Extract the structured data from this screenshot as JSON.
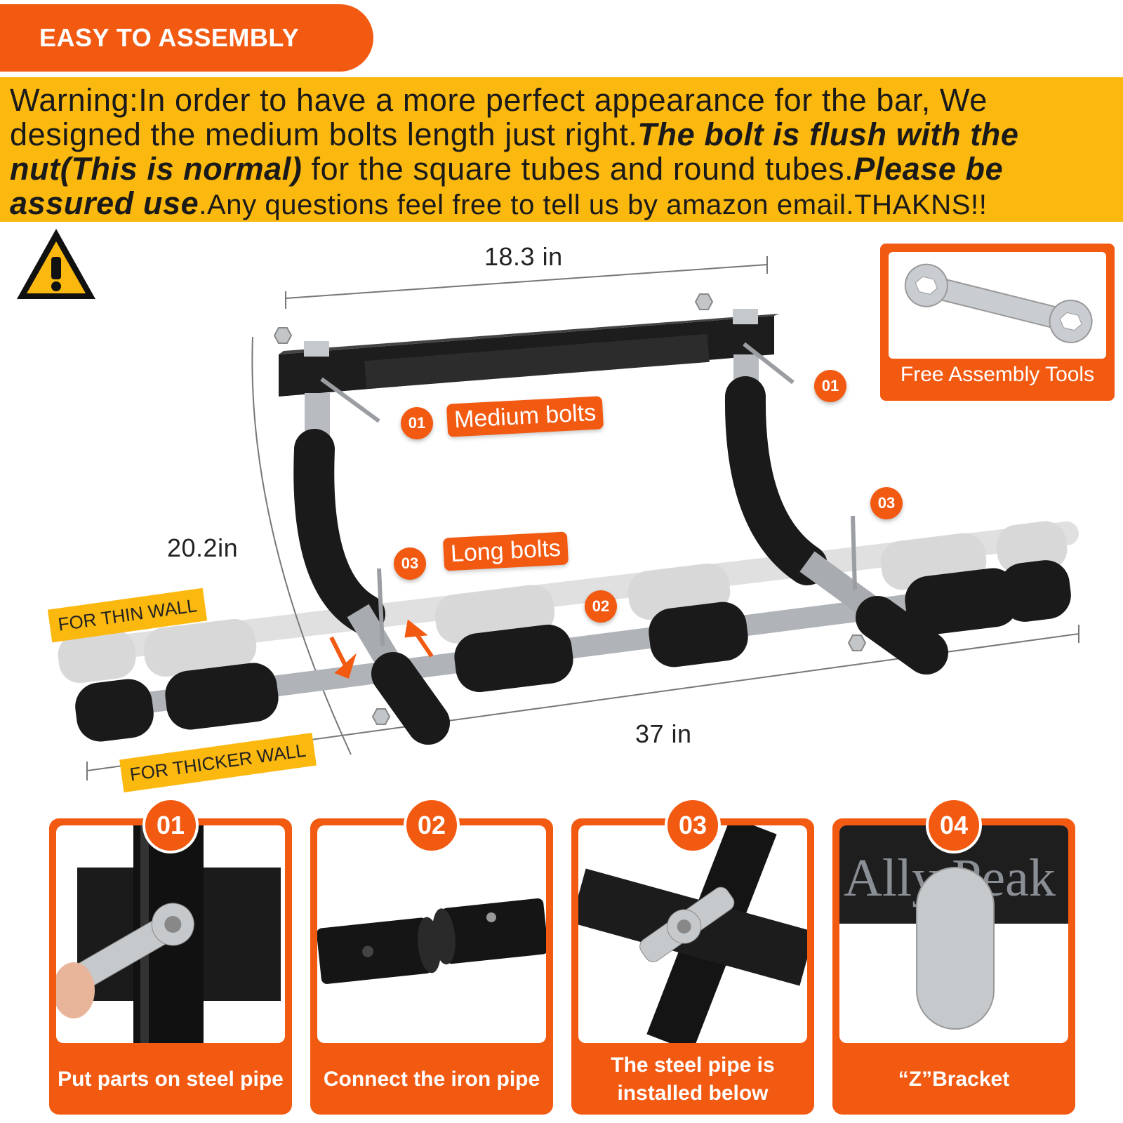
{
  "header": {
    "title": "EASY TO ASSEMBLY"
  },
  "warning": {
    "part1": "Warning:In order to have a more perfect appearance for the bar, We designed the medium bolts length just right.",
    "emph1": "The bolt is flush with the nut(This is normal)",
    "part2": " for the square tubes and round tubes.",
    "emph2": "Please be assured use",
    "part3": ".Any questions feel free to tell us by amazon email.THAKNS!!"
  },
  "dimensions": {
    "top_width": "18.3 in",
    "height": "20.2in",
    "length": "37 in"
  },
  "callouts": {
    "medium_bolts": "Medium bolts",
    "long_bolts": "Long bolts",
    "badge_01": "01",
    "badge_02": "02",
    "badge_03": "03"
  },
  "wall_tags": {
    "thin": "FOR THIN WALL",
    "thick": "FOR THICKER WALL"
  },
  "tools": {
    "label": "Free Assembly Tools"
  },
  "steps": [
    {
      "num": "01",
      "caption": "Put parts on steel pipe"
    },
    {
      "num": "02",
      "caption": "Connect the iron pipe"
    },
    {
      "num": "03",
      "caption": "The steel pipe is installed below"
    },
    {
      "num": "04",
      "caption": "“Z”Bracket"
    }
  ],
  "brand_text": "Ally Peak",
  "colors": {
    "accent": "#f25a12",
    "yellow": "#fbb80f"
  }
}
